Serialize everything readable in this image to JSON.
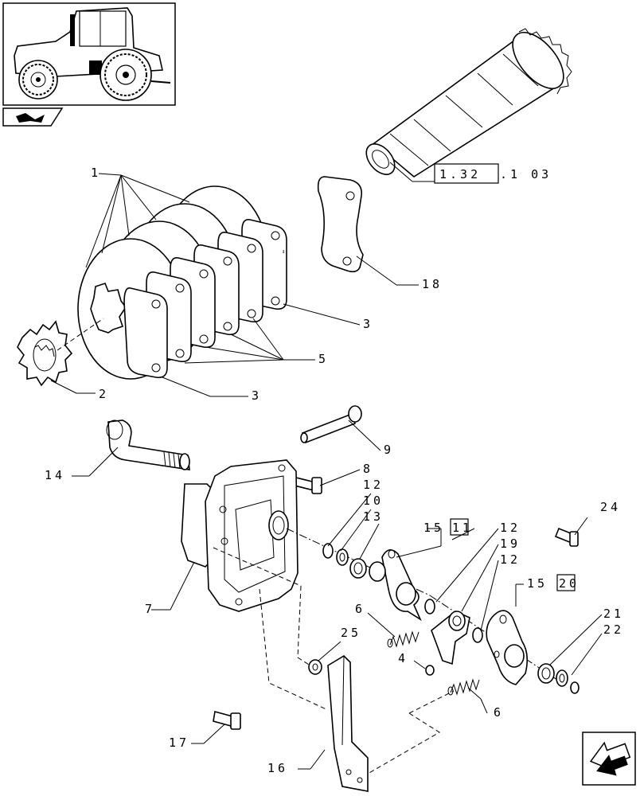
{
  "reference": {
    "boxed_a": "1.32",
    "rest": ".1 03"
  },
  "callouts": {
    "c1": "1",
    "c2": "2",
    "c3a": "3",
    "c3b": "3",
    "c4": "4",
    "c5": "5",
    "c6a": "6",
    "c6b": "6",
    "c7": "7",
    "c8": "8",
    "c9": "9",
    "c10": "10",
    "c12a": "12",
    "c12b": "12",
    "c12c": "12",
    "c13": "13",
    "c14": "14",
    "c15a": "15",
    "c15b": "15",
    "c16": "16",
    "c17": "17",
    "c18": "18",
    "c19": "19",
    "c21": "21",
    "c22": "22",
    "c24": "24",
    "c25": "25",
    "box11": "11",
    "box20": "20"
  },
  "icons": {
    "thumbnail": "tractor-locator-icon",
    "section": "section-badge-icon",
    "nav": "next-page-arrow-icon"
  }
}
